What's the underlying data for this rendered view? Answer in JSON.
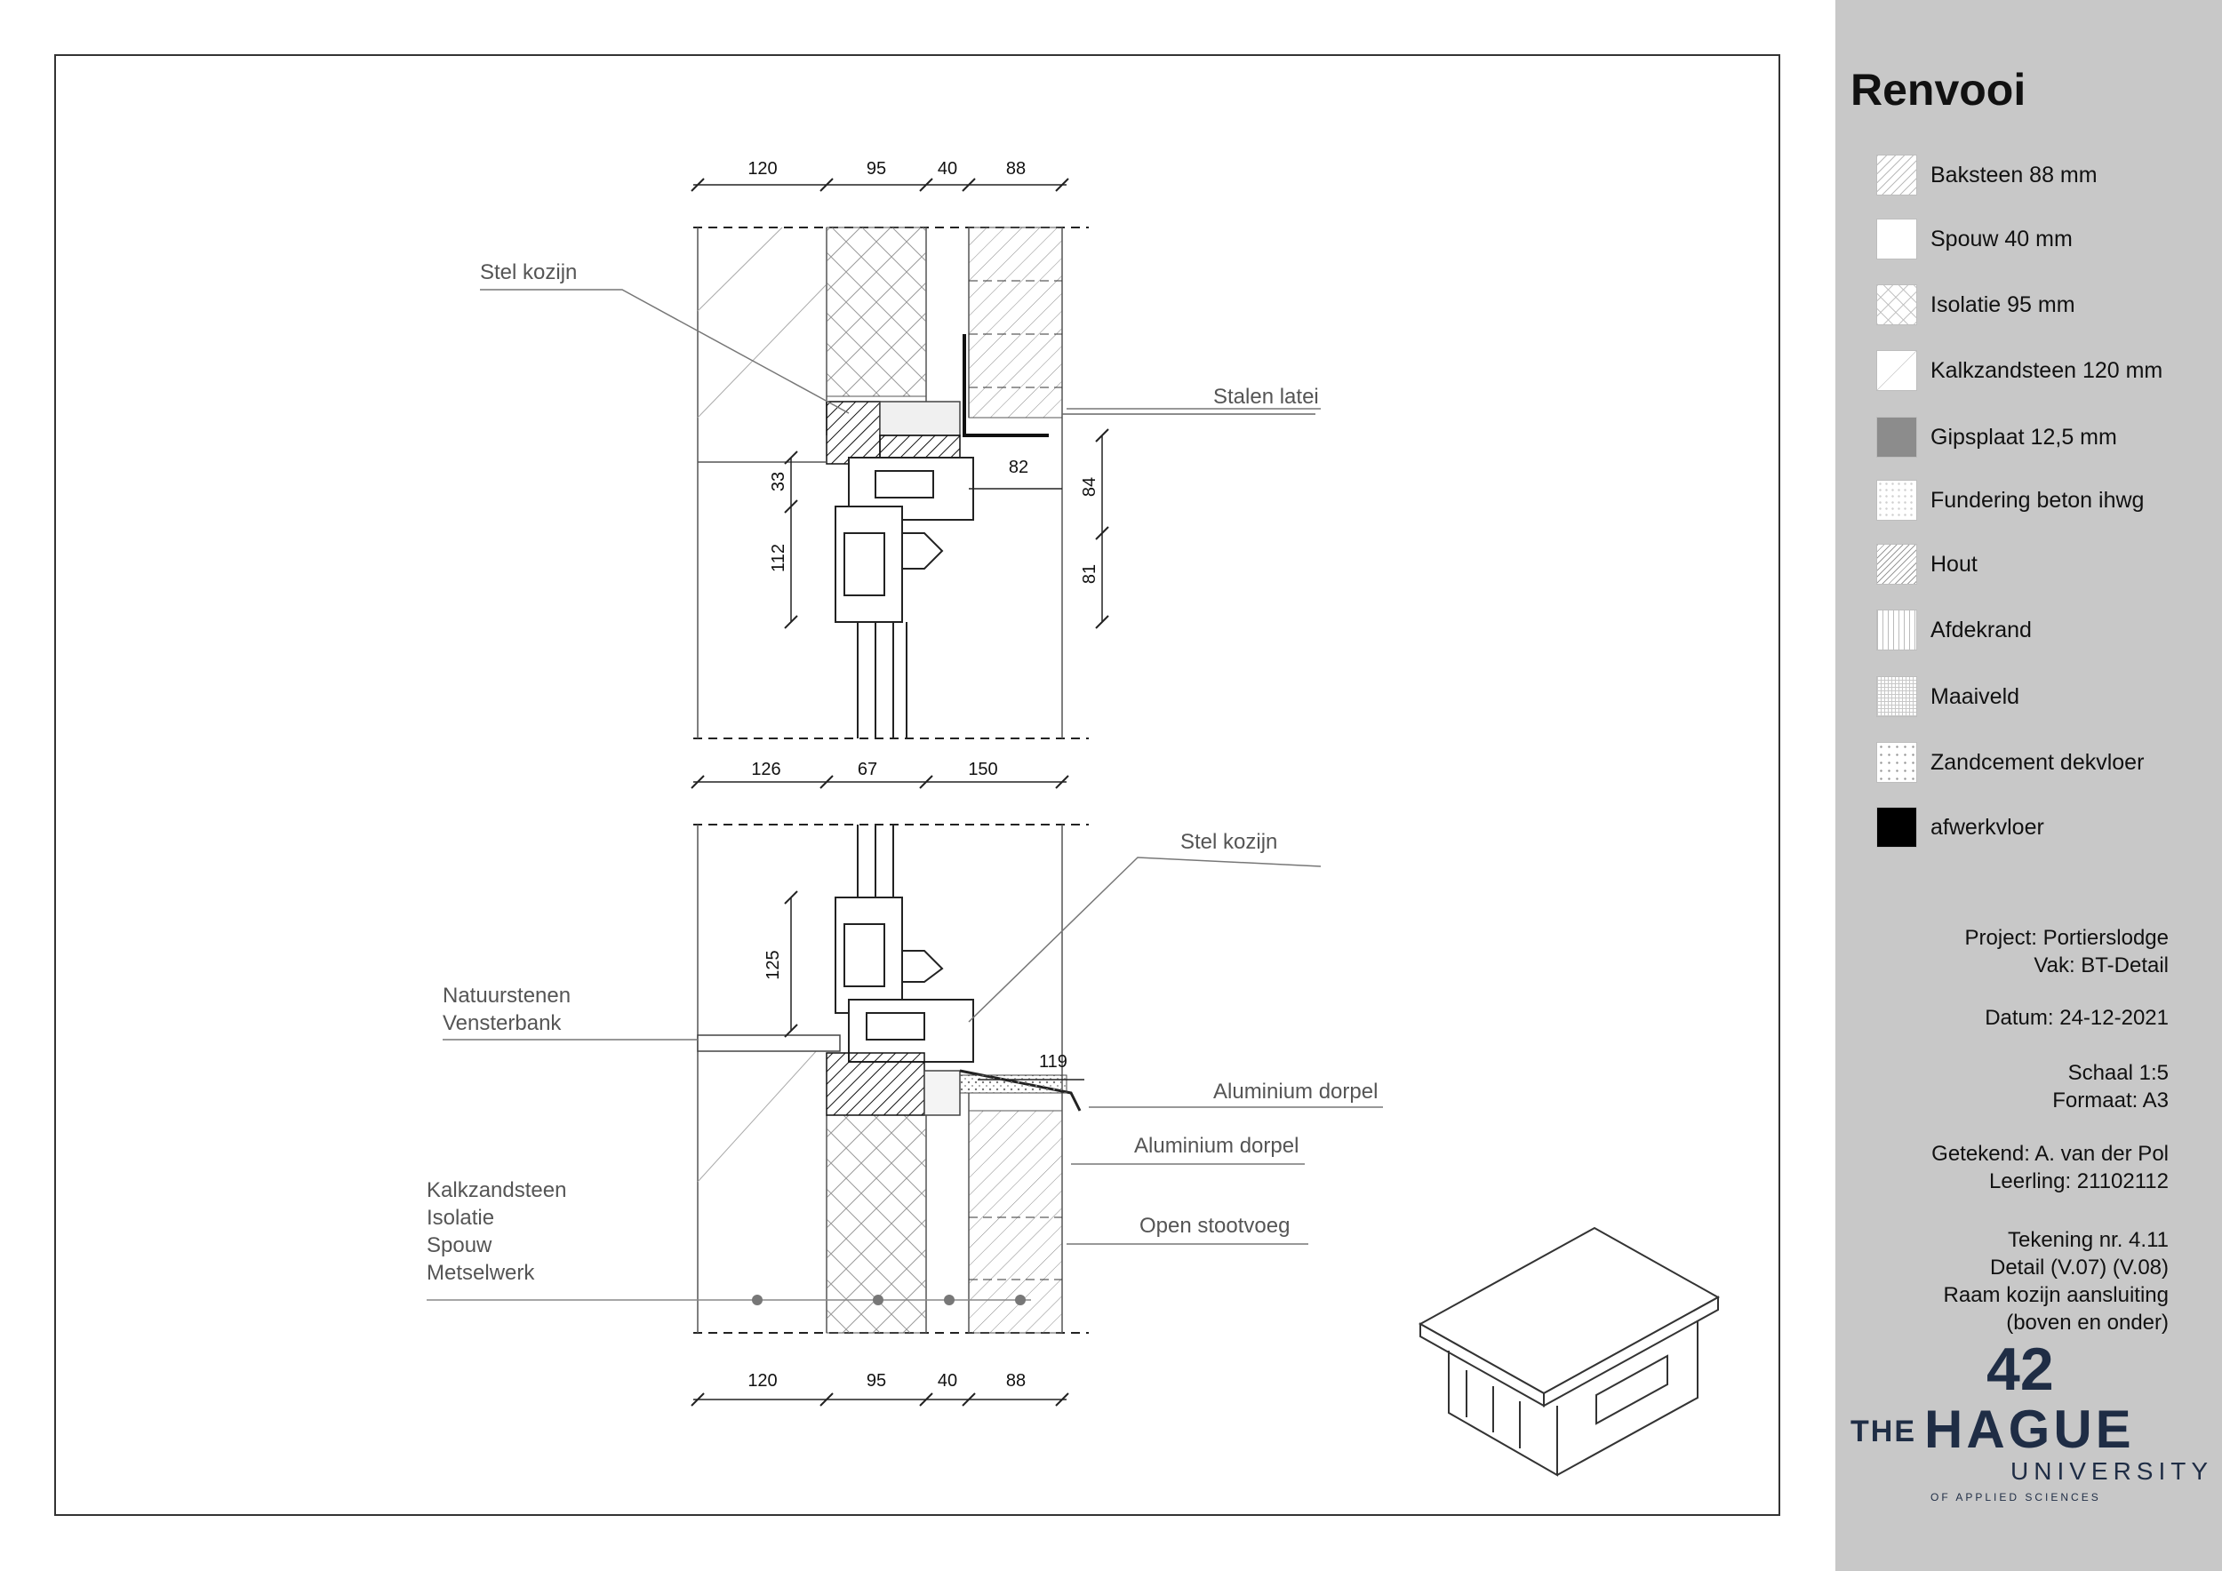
{
  "legend": {
    "title": "Renvooi",
    "items": [
      {
        "label": "Baksteen 88 mm",
        "icon": "diagonal-hatch-icon"
      },
      {
        "label": "Spouw 40 mm",
        "icon": "blank-icon"
      },
      {
        "label": "Isolatie 95 mm",
        "icon": "cross-hatch-icon"
      },
      {
        "label": "Kalkzandsteen 120 mm",
        "icon": "single-diagonal-icon"
      },
      {
        "label": "Gipsplaat 12,5 mm",
        "icon": "grey-fill-icon",
        "color": "#8c8c8c"
      },
      {
        "label": "Fundering beton ihwg",
        "icon": "speckle-icon"
      },
      {
        "label": "Hout",
        "icon": "wood-hatch-icon"
      },
      {
        "label": "Afdekrand",
        "icon": "vertical-lines-icon"
      },
      {
        "label": "Maaiveld",
        "icon": "grid-dots-icon"
      },
      {
        "label": "Zandcement dekvloer",
        "icon": "dots-icon"
      },
      {
        "label": "afwerkvloer",
        "icon": "black-fill-icon",
        "color": "#000000"
      }
    ]
  },
  "project_info": {
    "project": "Project: Portierslodge",
    "vak": "Vak: BT-Detail",
    "datum": "Datum: 24-12-2021",
    "schaal": "Schaal 1:5",
    "formaat": "Formaat: A3",
    "getekend": "Getekend: A. van der Pol",
    "leerling": "Leerling: 21102112",
    "tekening": "Tekening nr. 4.11",
    "detail": "Detail (V.07) (V.08)",
    "omschrijving_1": "Raam kozijn aansluiting",
    "omschrijving_2": "(boven en onder)"
  },
  "logo": {
    "number": "42",
    "the": "THE",
    "hague": "HAGUE",
    "university": "UNIVERSITY",
    "sub": "OF APPLIED SCIENCES",
    "color": "#1f2d45"
  },
  "drawing": {
    "top_dims": [
      "120",
      "95",
      "40",
      "88"
    ],
    "mid_dims": [
      "126",
      "67",
      "150"
    ],
    "bottom_dims": [
      "120",
      "95",
      "40",
      "88"
    ],
    "upper_dims": {
      "d33": "33",
      "d112": "112",
      "d82": "82",
      "d84": "84",
      "d81": "81"
    },
    "lower_dims": {
      "d125": "125",
      "d119": "119"
    },
    "labels": {
      "stel_kozijn_top": "Stel kozijn",
      "stalen_latei": "Stalen latei",
      "stel_kozijn_bottom": "Stel kozijn",
      "natuursteen_1": "Natuurstenen",
      "natuursteen_2": "Vensterbank",
      "aluminium_dorpel_1": "Aluminium dorpel",
      "aluminium_dorpel_2": "Aluminium dorpel",
      "open_stootvoeg": "Open stootvoeg",
      "layer_1": "Kalkzandsteen",
      "layer_2": "Isolatie",
      "layer_3": "Spouw",
      "layer_4": "Metselwerk"
    }
  }
}
